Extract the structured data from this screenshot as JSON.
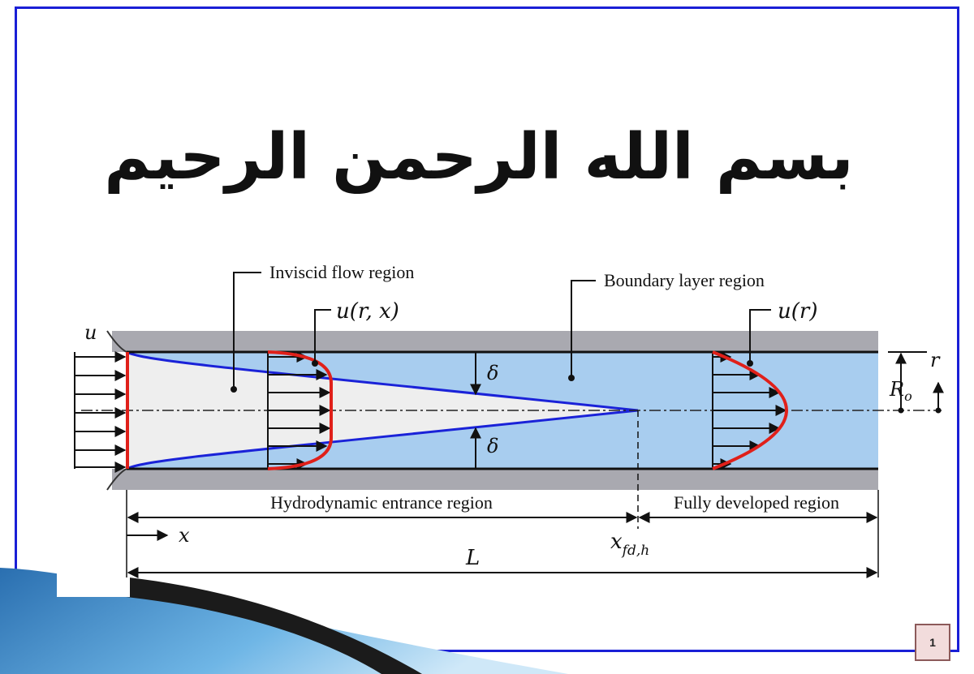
{
  "calligraphy": {
    "text": "بسم الله الرحمن الرحيم"
  },
  "diagram": {
    "labels": {
      "inviscid": "Inviscid flow region",
      "boundary": "Boundary layer region",
      "u_rx": "u(r, x)",
      "u_r": "u(r)",
      "u_in": "u",
      "r": "r",
      "R_o": "R",
      "R_o_sub": "o",
      "delta_top": "δ",
      "delta_bottom": "δ",
      "entrance": "Hydrodynamic entrance region",
      "developed": "Fully developed region",
      "x": "x",
      "xfd": "x",
      "xfd_sub": "fd,h",
      "L": "L"
    },
    "colors": {
      "wall": "#a9a9b0",
      "boundary_layer_fill": "#a8cdef",
      "inviscid_fill": "#eeeeee",
      "boundary_edge": "#1a22d8",
      "profile": "#e0201a",
      "frame": "#1a1fd6"
    }
  },
  "page_number": "1"
}
